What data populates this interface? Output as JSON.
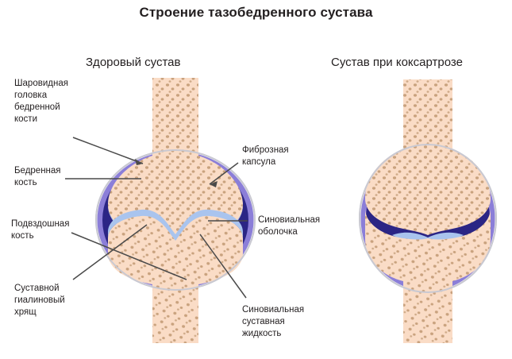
{
  "title": "Строение тазобедренного сустава",
  "panels": {
    "healthy": {
      "subtitle": "Здоровый сустав"
    },
    "diseased": {
      "subtitle": "Сустав при коксартрозе"
    }
  },
  "labels": {
    "femoral_head": "Шаровидная\nголовка\nбедренной\nкости",
    "femur": "Бедренная\nкость",
    "ilium": "Подвздошная\nкость",
    "articular_cartilage": "Суставной\nгиалиновый\nхрящ",
    "fibrous_capsule": "Фиброзная\nкапсула",
    "synovial_membrane": "Синовиальная\nоболочка",
    "synovial_fluid": "Синовиальная\nсуставная\nжидкость"
  },
  "colors": {
    "background": "#ffffff",
    "text": "#231f20",
    "bone": "#fadcc6",
    "bone_speckle": "#c9a27e",
    "capsule_fill": "#f2f2f4",
    "capsule_edge": "#c9c9d2",
    "synovial_fluid": "#2b2585",
    "cartilage": "#a9c4ee",
    "synovial_membrane": "#8b7ed8",
    "leader_line": "#4a4a4a"
  }
}
